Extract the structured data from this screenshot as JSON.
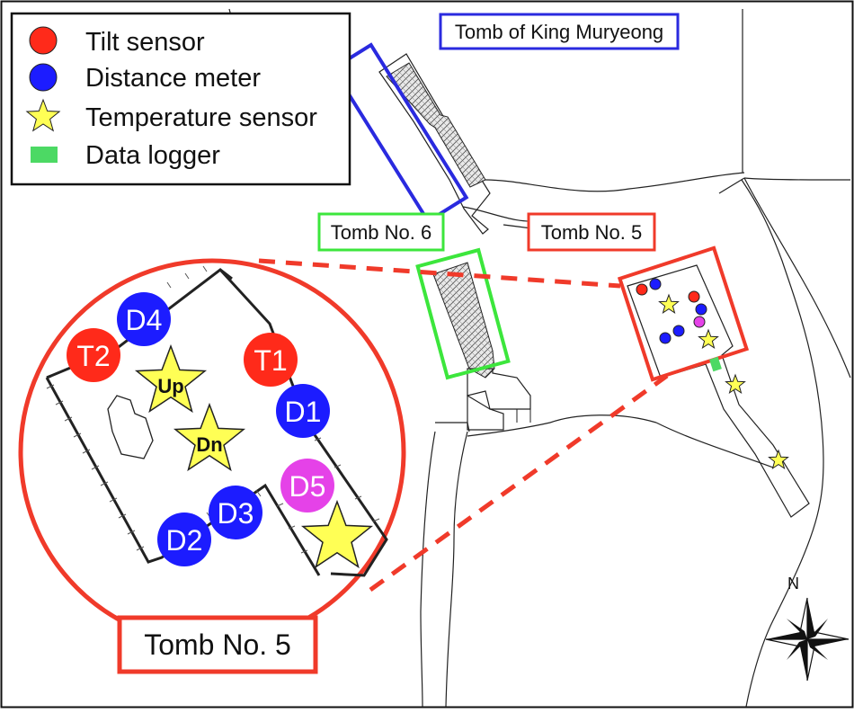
{
  "legend": {
    "items": [
      {
        "label": "Tilt sensor",
        "symbol": "circle",
        "color": "#ff2a1a"
      },
      {
        "label": "Distance meter",
        "symbol": "circle",
        "color": "#1c1cff"
      },
      {
        "label": "Temperature sensor",
        "symbol": "star",
        "color": "#ffff55"
      },
      {
        "label": "Data logger",
        "symbol": "rect",
        "color": "#4cd964"
      }
    ]
  },
  "labels": {
    "king": "Tomb of King Muryeong",
    "tomb6": "Tomb No. 6",
    "tomb5": "Tomb No. 5",
    "inset": "Tomb No. 5",
    "north": "N"
  },
  "markers": {
    "t2": "T2",
    "d4": "D4",
    "t1": "T1",
    "d1": "D1",
    "d5": "D5",
    "d3": "D3",
    "d2": "D2",
    "up": "Up",
    "dn": "Dn"
  },
  "colors": {
    "tilt": "#ff2a1a",
    "distance": "#1c1cff",
    "d5": "#e542e8",
    "temperature": "#ffff55",
    "logger": "#4cd964",
    "king_frame": "#2a2adf",
    "tomb6_frame": "#3ce63c",
    "tomb5_frame": "#f03a2a"
  }
}
